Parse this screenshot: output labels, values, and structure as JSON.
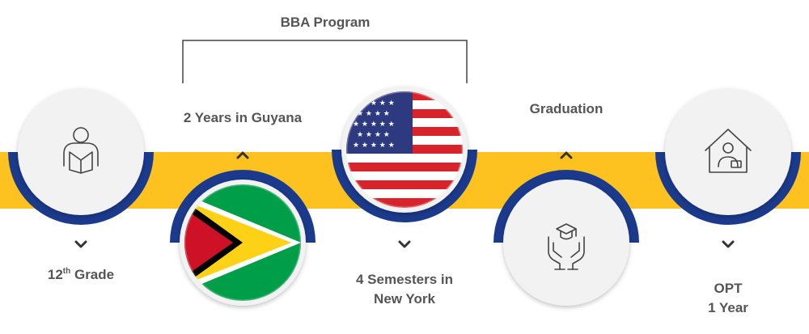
{
  "header": {
    "label": "BBA Program"
  },
  "stages": [
    {
      "id": "grade12",
      "main": "12",
      "sup": "th",
      "rest": " Grade",
      "icon": "student-reading-icon"
    },
    {
      "id": "guyana",
      "text": "2 Years in Guyana",
      "icon": "guyana-flag-icon"
    },
    {
      "id": "newyork",
      "line1": "4 Semesters in",
      "line2": "New York",
      "icon": "usa-flag-icon"
    },
    {
      "id": "graduation",
      "text": "Graduation",
      "icon": "graduation-hands-icon"
    },
    {
      "id": "opt",
      "line1": "OPT",
      "line2": "1 Year",
      "icon": "home-worker-icon"
    }
  ],
  "colors": {
    "band": "#FDC21F",
    "ring": "#1B3A8C",
    "circle": "#F2F2F2",
    "text": "#555555",
    "icon": "#444444"
  }
}
